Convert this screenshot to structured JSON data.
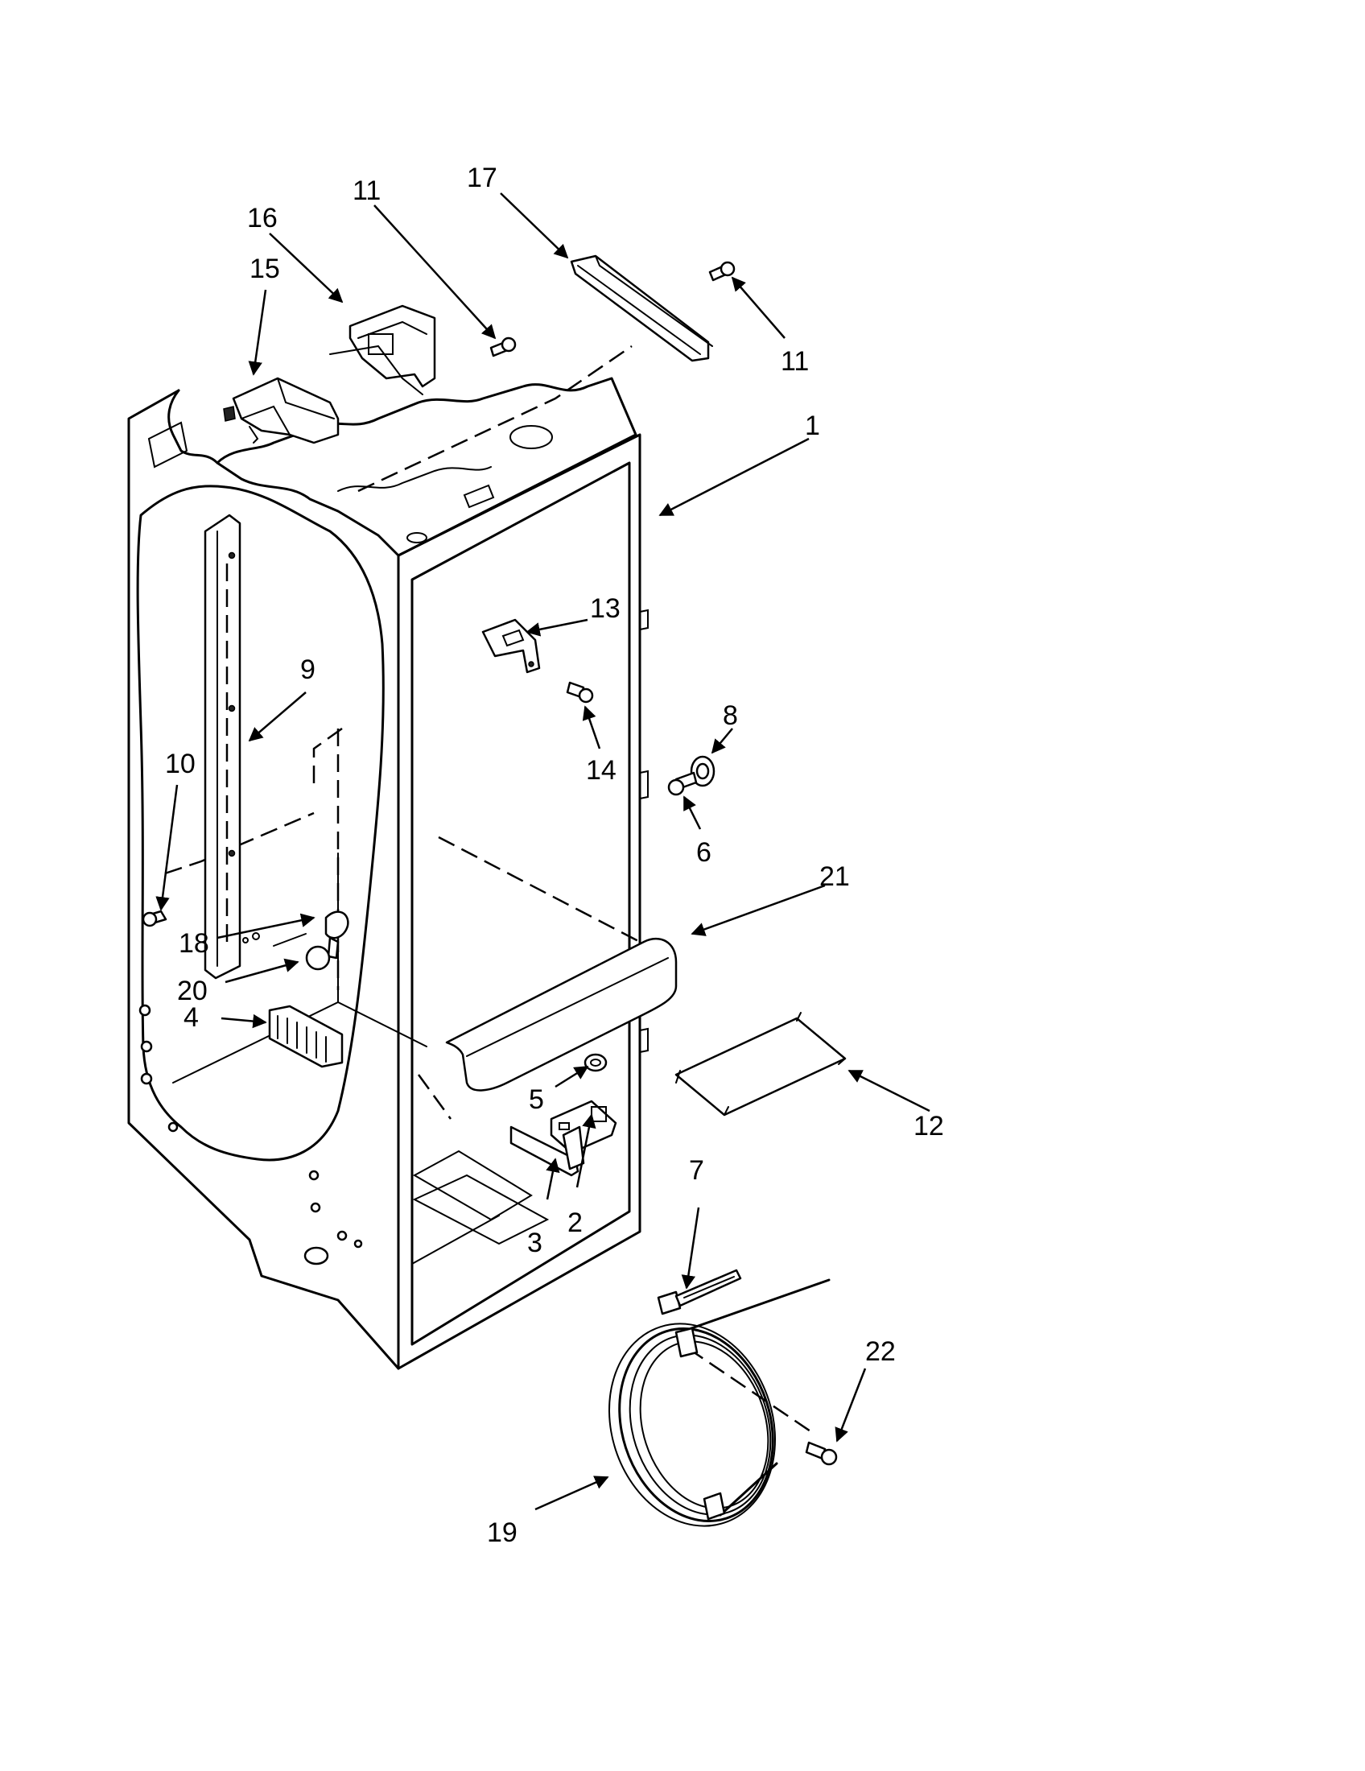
{
  "callouts": [
    {
      "id": "c1",
      "label": "1"
    },
    {
      "id": "c2",
      "label": "2"
    },
    {
      "id": "c3",
      "label": "3"
    },
    {
      "id": "c4",
      "label": "4"
    },
    {
      "id": "c5",
      "label": "5"
    },
    {
      "id": "c6",
      "label": "6"
    },
    {
      "id": "c7",
      "label": "7"
    },
    {
      "id": "c8",
      "label": "8"
    },
    {
      "id": "c9",
      "label": "9"
    },
    {
      "id": "c10",
      "label": "10"
    },
    {
      "id": "c11a",
      "label": "11"
    },
    {
      "id": "c11b",
      "label": "11"
    },
    {
      "id": "c12",
      "label": "12"
    },
    {
      "id": "c13",
      "label": "13"
    },
    {
      "id": "c14",
      "label": "14"
    },
    {
      "id": "c15",
      "label": "15"
    },
    {
      "id": "c16",
      "label": "16"
    },
    {
      "id": "c17",
      "label": "17"
    },
    {
      "id": "c18",
      "label": "18"
    },
    {
      "id": "c19",
      "label": "19"
    },
    {
      "id": "c20",
      "label": "20"
    },
    {
      "id": "c21",
      "label": "21"
    },
    {
      "id": "c22",
      "label": "22"
    }
  ]
}
